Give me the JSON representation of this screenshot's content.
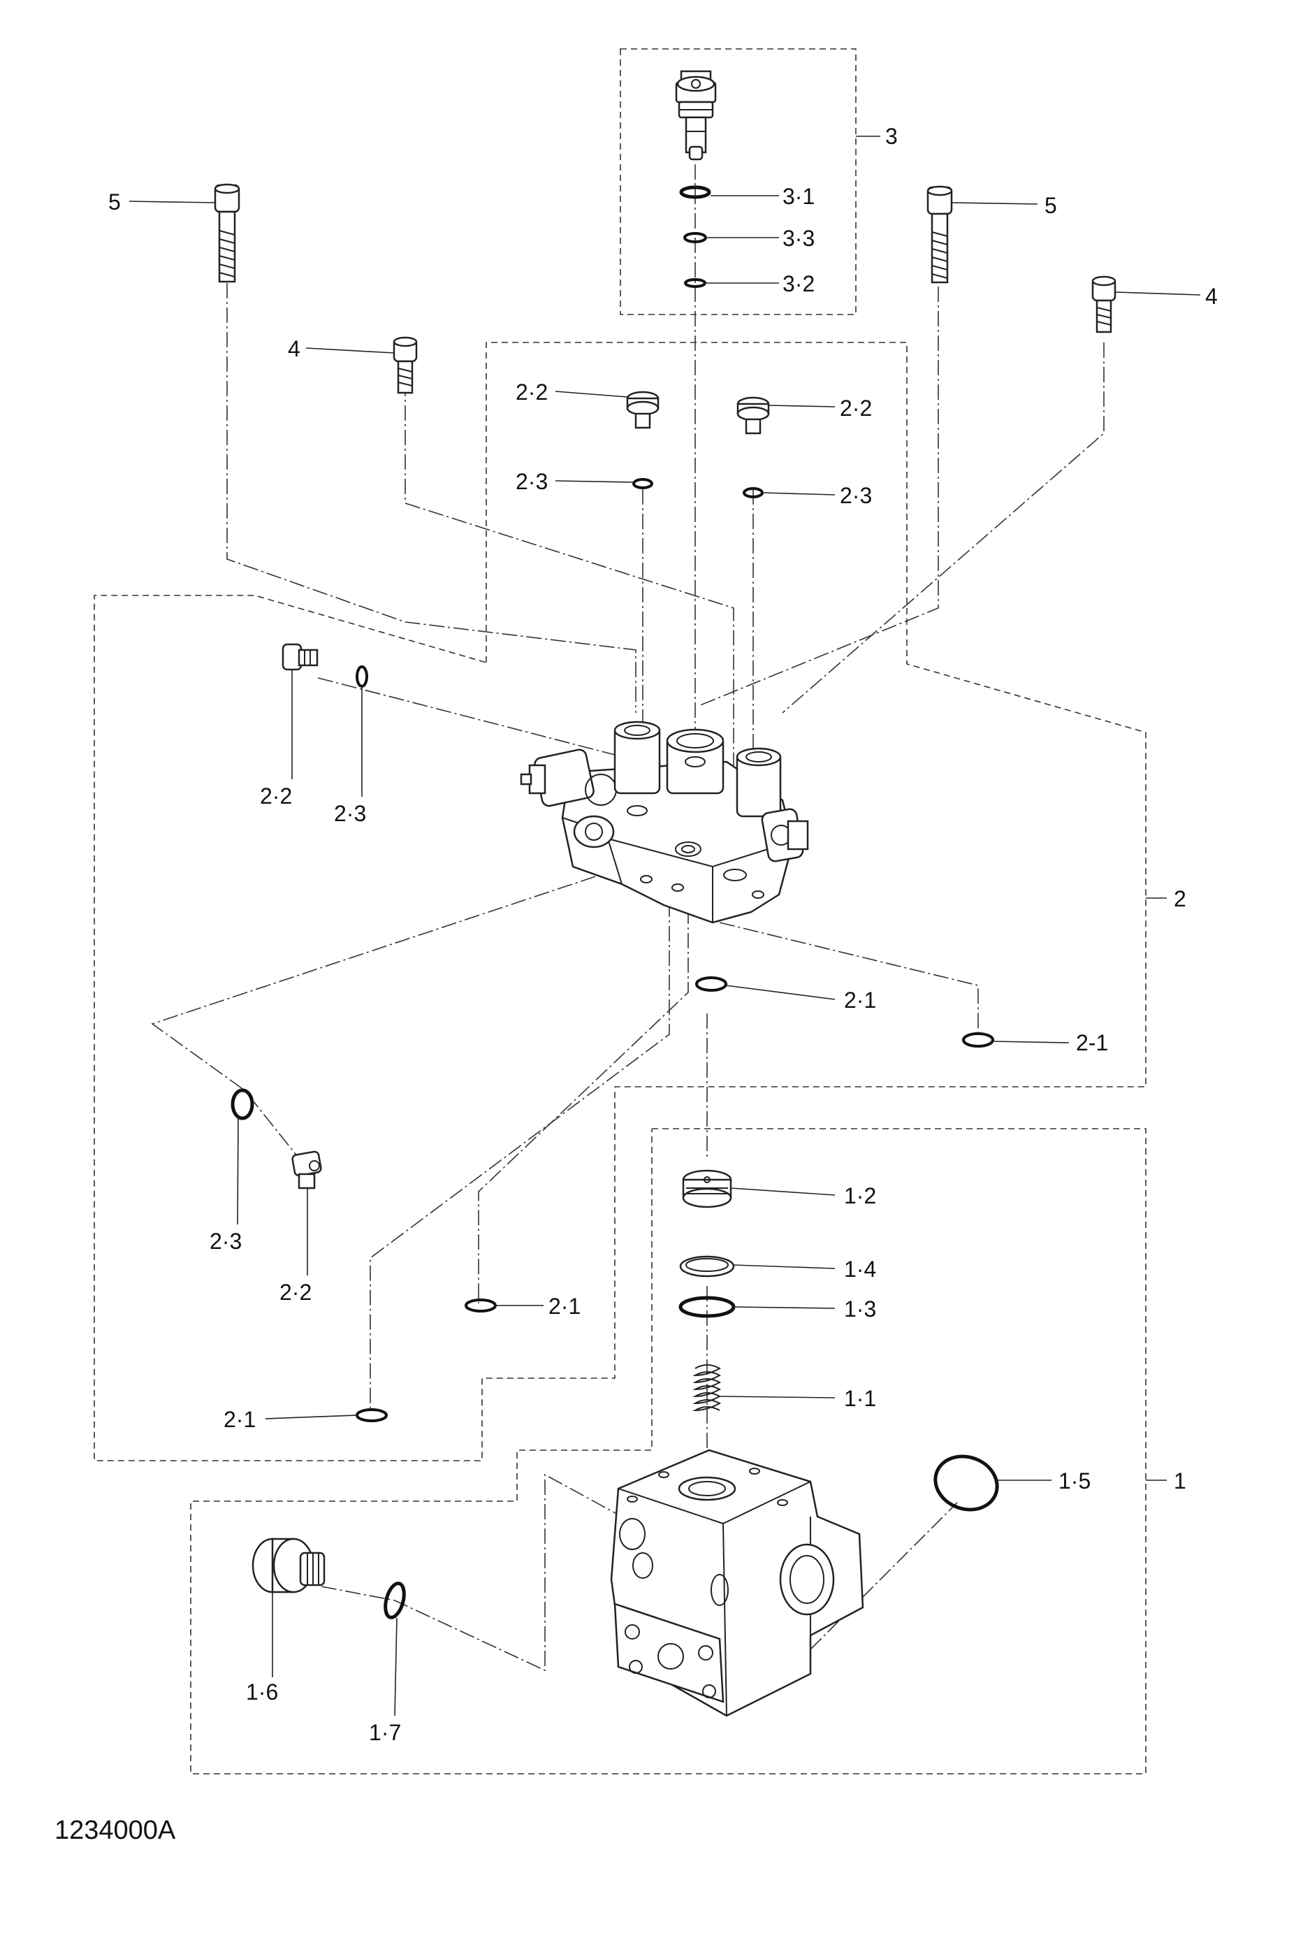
{
  "drawing_code": "1234000A",
  "callouts": {
    "c3": "3",
    "c3_1": "3·1",
    "c3_3": "3·3",
    "c3_2": "3·2",
    "c5_left": "5",
    "c5_right": "5",
    "c4_left": "4",
    "c4_right": "4",
    "c2_2_a": "2·2",
    "c2_2_b": "2·2",
    "c2_3_a": "2·3",
    "c2_3_b": "2·3",
    "c2_2_c": "2·2",
    "c2_3_c": "2·3",
    "c2": "2",
    "c2_1_a": "2·1",
    "c2_1_b": "2-1",
    "c2_3_d": "2·3",
    "c2_2_d": "2·2",
    "c2_1_c": "2·1",
    "c2_1_d": "2·1",
    "c1_2": "1·2",
    "c1_4": "1·4",
    "c1_3": "1·3",
    "c1_1": "1·1",
    "c1": "1",
    "c1_5": "1·5",
    "c1_6": "1·6",
    "c1_7": "1·7"
  }
}
